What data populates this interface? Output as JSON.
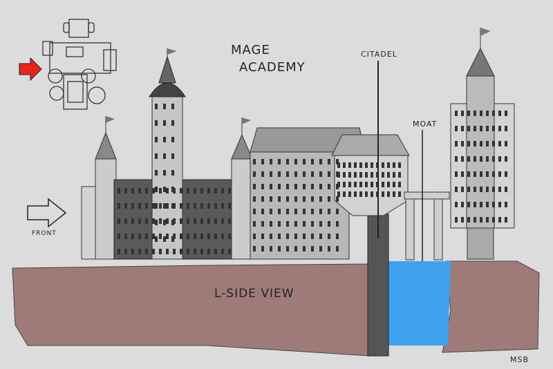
{
  "title_line1": "MAGE",
  "title_line2": "ACADEMY",
  "labels": {
    "citadel": "CITADEL",
    "moat": "MOAT",
    "front": "FRONT",
    "view": "L-SIDE VIEW",
    "signature": "MSB"
  },
  "colors": {
    "background": "#dcdcdc",
    "ground": "#9e7b79",
    "water": "#3fa2ef",
    "marker_arrow": "#e8231c",
    "dark_wing": "#5a5a5a",
    "stone": "#c8c8c8"
  }
}
